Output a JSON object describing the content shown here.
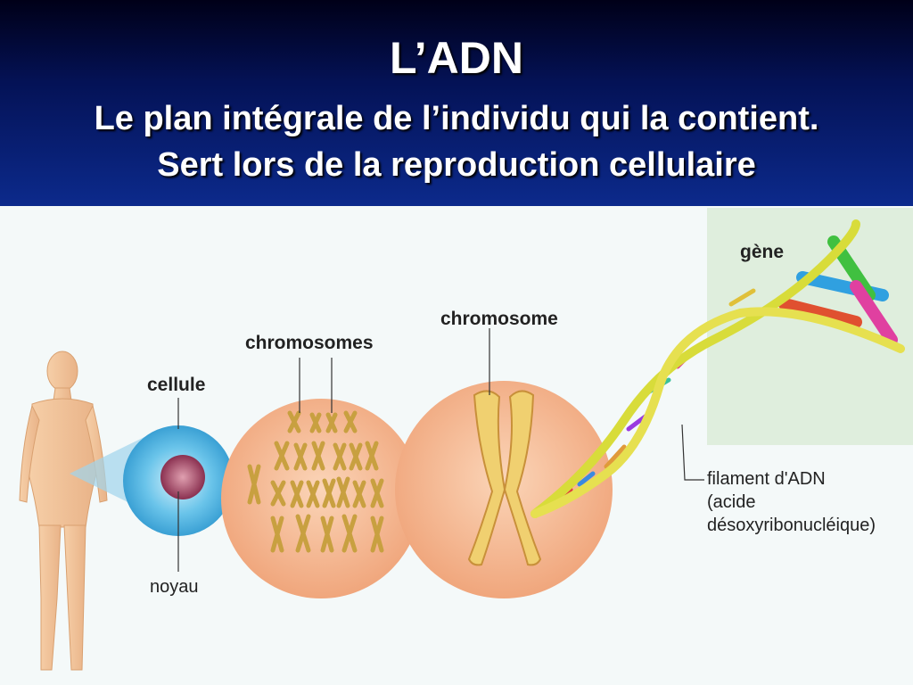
{
  "header": {
    "title": "L’ADN",
    "subtitle_line1": "Le plan intégrale de l’individu qui la contient.",
    "subtitle_line2": "Sert lors de la reproduction cellulaire"
  },
  "diagram": {
    "labels": {
      "cellule": "cellule",
      "noyau": "noyau",
      "chromosomes": "chromosomes",
      "chromosome": "chromosome",
      "gene": "gène",
      "filament_line1": "filament d'ADN",
      "filament_line2": "(acide",
      "filament_line3": "désoxyribonucléique)"
    },
    "colors": {
      "header_top": "#000018",
      "header_bottom": "#0c2a8c",
      "circle_fill": "#f4b48e",
      "cell_fill": "#5ab8e0",
      "nucleus_fill": "#b05070",
      "gene_panel": "#dfeedd",
      "helix_backbone": "#d8dc3a"
    }
  }
}
